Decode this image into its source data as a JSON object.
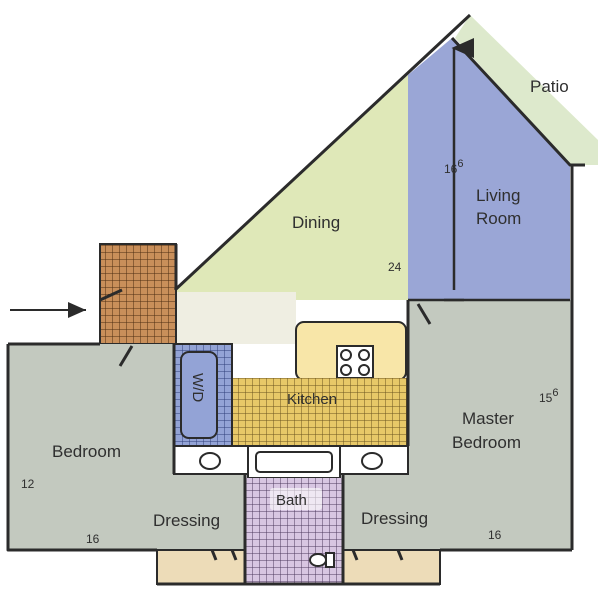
{
  "colors": {
    "wall": "#2b2b2b",
    "bedroom": "#c3c9bf",
    "master": "#c3c9bf",
    "dining": "#dfe8b8",
    "living": "#9aa6d6",
    "patio": "#dde9cc",
    "kitchen_tile": "#e7c868",
    "counter": "#f8e6a8",
    "wd": "#93a3d6",
    "bath": "#d8c6e2",
    "entry": "#c98f5a",
    "closet": "#eddcb8",
    "foyer": "#efeee2"
  },
  "rooms": {
    "patio": "Patio",
    "dining": "Dining",
    "living_line1": "Living",
    "living_line2": "Room",
    "kitchen": "Kitchen",
    "wd": "W/D",
    "bedroom": "Bedroom",
    "master_line1": "Master",
    "master_line2": "Bedroom",
    "dressing_left": "Dressing",
    "dressing_right": "Dressing",
    "bath": "Bath"
  },
  "dimensions": {
    "living_base": "16",
    "living_sup": "6",
    "dining": "24",
    "master_base": "15",
    "master_sup": "6",
    "master_width": "16",
    "bedroom_height": "12",
    "bedroom_width": "16"
  },
  "entry_arrow": "entry-arrow"
}
